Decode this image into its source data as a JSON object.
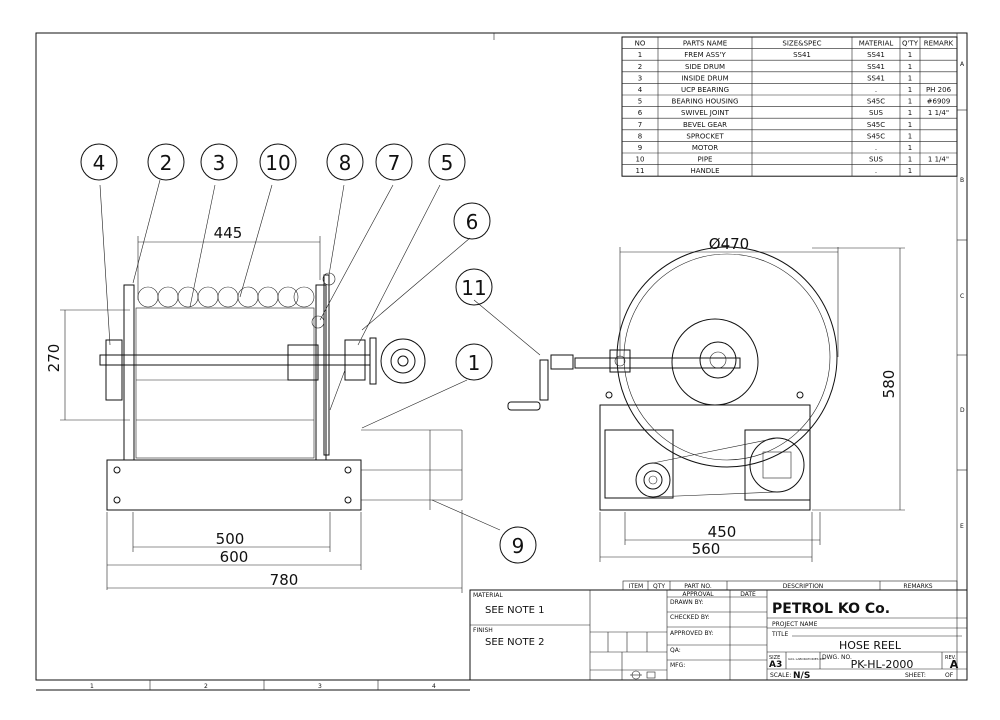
{
  "parts_table": {
    "headers": [
      "NO",
      "PARTS NAME",
      "SIZE&SPEC",
      "MATERIAL",
      "Q'TY",
      "REMARK"
    ],
    "rows": [
      [
        "1",
        "FREM ASS'Y",
        "SS41",
        "SS41",
        "1",
        ""
      ],
      [
        "2",
        "SIDE DRUM",
        "",
        "SS41",
        "1",
        ""
      ],
      [
        "3",
        "INSIDE DRUM",
        "",
        "SS41",
        "1",
        ""
      ],
      [
        "4",
        "UCP BEARING",
        "",
        ".",
        "1",
        "PH 206"
      ],
      [
        "5",
        "BEARING HOUSING",
        "",
        "S45C",
        "1",
        "#6909"
      ],
      [
        "6",
        "SWIVEL JOINT",
        "",
        "SUS",
        "1",
        "1 1/4\""
      ],
      [
        "7",
        "BEVEL GEAR",
        "",
        "S45C",
        "1",
        ""
      ],
      [
        "8",
        "SPROCKET",
        "",
        "S45C",
        "1",
        ""
      ],
      [
        "9",
        "MOTOR",
        "",
        ".",
        "1",
        ""
      ],
      [
        "10",
        "PIPE",
        "",
        "SUS",
        "1",
        "1 1/4\""
      ],
      [
        "11",
        "HANDLE",
        "",
        ".",
        "1",
        ""
      ]
    ]
  },
  "zones_right": [
    "A",
    "B",
    "C",
    "D",
    "E"
  ],
  "zones_bottom": [
    "1",
    "2",
    "3",
    "4"
  ],
  "balloons": [
    "4",
    "2",
    "3",
    "10",
    "8",
    "7",
    "5",
    "6",
    "11",
    "1",
    "9"
  ],
  "dimensions": {
    "d445": "445",
    "d270": "270",
    "d500": "500",
    "d600": "600",
    "d780": "780",
    "d470": "Ø470",
    "d580": "580",
    "d450": "450",
    "d560": "560"
  },
  "title_block": {
    "bom_headers": [
      "ITEM",
      "QTY",
      "PART NO.",
      "DESCRIPTION",
      "REMARKS"
    ],
    "material_label": "MATERIAL",
    "material_value": "SEE NOTE 1",
    "finish_label": "FINISH",
    "finish_value": "SEE NOTE 2",
    "approval": "APPROVAL",
    "date": "DATE",
    "drawn_by": "DRAWN BY:",
    "checked_by": "CHECKED BY:",
    "approved_by": "APPROVED BY:",
    "qa": "QA:",
    "mfg": "MFG:",
    "company": "PETROL KO Co.",
    "project_name_label": "PROJECT NAME",
    "title_label": "TITLE",
    "title_value": "HOSE REEL",
    "size_label": "SIZE",
    "size_value": "A3",
    "dwg_no_label": "DWG. NO.",
    "dwg_no_value": "PK-HL-2000",
    "rev_label": "REV.",
    "rev_value": "A",
    "scale_label": "SCALE:",
    "scale_value": "N/S",
    "sheet_label": "SHEET:",
    "of_label": "OF",
    "small_print": "IACL LABORATORIES INC."
  }
}
